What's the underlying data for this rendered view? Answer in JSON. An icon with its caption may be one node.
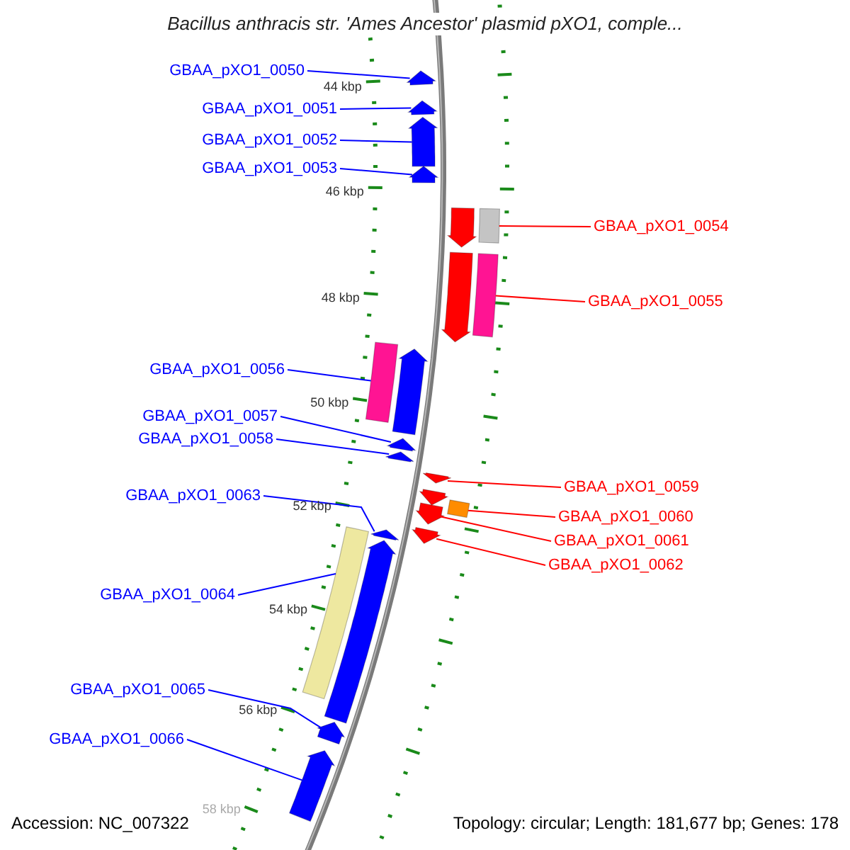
{
  "diagram": {
    "title": "Bacillus anthracis str. 'Ames Ancestor' plasmid pXO1, comple...",
    "nodes": [
      {
        "text": [
          "GBAA_pXO1_0050"
        ]
      },
      {
        "text": [
          "GBAA_pXO1_0051"
        ]
      },
      {
        "text": [
          "GBAA_pXO1_0052"
        ]
      },
      {
        "text": [
          "GBAA_pXO1_0053"
        ]
      },
      {
        "text": [
          "GBAA_pXO1_0054"
        ]
      },
      {
        "text": [
          "GBAA_pXO1_0055"
        ]
      },
      {
        "text": [
          "GBAA_pXO1_0056"
        ]
      },
      {
        "text": [
          "GBAA_pXO1_0057"
        ]
      },
      {
        "text": [
          "GBAA_pXO1_0058"
        ]
      },
      {
        "text": [
          "GBAA_pXO1_0059"
        ]
      },
      {
        "text": [
          "GBAA_pXO1_0060"
        ]
      },
      {
        "text": [
          "GBAA_pXO1_0061"
        ]
      },
      {
        "text": [
          "GBAA_pXO1_0062"
        ]
      },
      {
        "text": [
          "GBAA_pXO1_0063"
        ]
      },
      {
        "text": [
          "GBAA_pXO1_0064"
        ]
      },
      {
        "text": [
          "GBAA_pXO1_0065"
        ]
      },
      {
        "text": [
          "GBAA_pXO1_0066"
        ]
      },
      {
        "text": [],
        "shape": "bar"
      },
      {
        "text": [],
        "shape": "bar"
      },
      {
        "text": [],
        "shape": "bar"
      },
      {
        "text": [],
        "shape": "bar"
      },
      {
        "text": [],
        "shape": "bar"
      },
      {
        "text": [],
        "shape": "bar"
      },
      {
        "text": [],
        "shape": "bar"
      },
      {
        "text": [],
        "shape": "bar"
      },
      {
        "text": [],
        "shape": "bar"
      },
      {
        "text": [],
        "shape": "bar"
      },
      {
        "text": [],
        "shape": "bar"
      },
      {
        "text": [],
        "shape": "bar"
      },
      {
        "text": [],
        "shape": "bar"
      },
      {
        "text": [],
        "shape": "bar"
      },
      {
        "text": [],
        "shape": "bar"
      },
      {
        "text": [],
        "shape": "bar"
      },
      {
        "text": [],
        "shape": "bar"
      },
      {
        "text": [],
        "shape": "bar"
      },
      {
        "text": [],
        "shape": "bar"
      },
      {
        "text": [],
        "shape": "bar"
      },
      {
        "text": [],
        "shape": "bar"
      },
      {
        "text": [],
        "shape": "bar"
      }
    ],
    "edges": [
      {
        "from": 0,
        "to": 17,
        "arrow": "none"
      },
      {
        "from": 1,
        "to": 18,
        "arrow": "none"
      },
      {
        "from": 2,
        "to": 19,
        "arrow": "none"
      },
      {
        "from": 3,
        "to": 20,
        "arrow": "none"
      },
      {
        "from": 4,
        "to": 22,
        "arrow": "none",
        "color": "#ff0000"
      },
      {
        "from": 5,
        "to": 24,
        "arrow": "none",
        "color": "#ff0000"
      },
      {
        "from": 6,
        "to": 25,
        "arrow": "none"
      },
      {
        "from": 7,
        "to": 27,
        "arrow": "none"
      },
      {
        "from": 8,
        "to": 28,
        "arrow": "none"
      },
      {
        "from": 9,
        "to": 29,
        "arrow": "none",
        "color": "#ff0000"
      },
      {
        "from": 10,
        "to": 31,
        "arrow": "none",
        "color": "#ff0000"
      },
      {
        "from": 11,
        "to": 32,
        "arrow": "none",
        "color": "#ff0000"
      },
      {
        "from": 12,
        "to": 33,
        "arrow": "none",
        "color": "#ff0000"
      },
      {
        "from": 13,
        "to": 34,
        "arrow": "none"
      },
      {
        "from": 14,
        "to": 35,
        "arrow": "none"
      },
      {
        "from": 15,
        "to": 37,
        "arrow": "none"
      },
      {
        "from": 16,
        "to": 38,
        "arrow": "none"
      }
    ],
    "labels": [
      "44 kbp",
      "46 kbp",
      "48 kbp",
      "50 kbp",
      "52 kbp",
      "54 kbp",
      "56 kbp",
      "58 kbp",
      "Accession: NC_007322",
      "Topology: circular; Length: 181,677 bp; Genes: 178"
    ]
  }
}
